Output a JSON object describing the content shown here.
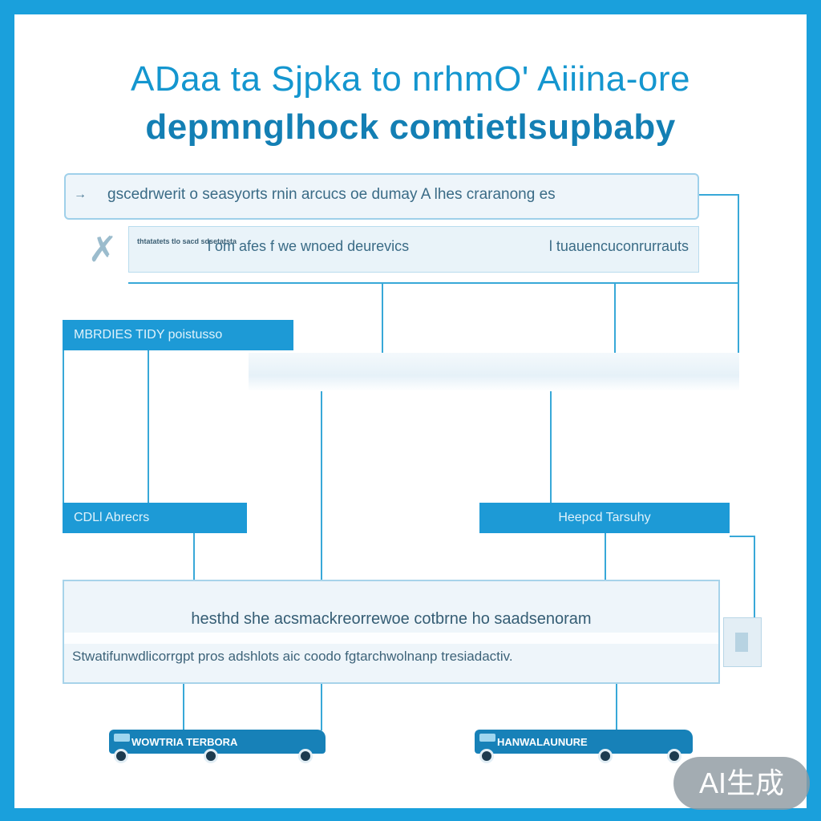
{
  "title": {
    "line1": "ADaa ta Sjpka to nrhmO' Aiiina-ore",
    "line2": "depmnglhock comtietlsupbaby"
  },
  "top_box": {
    "text": "gscedrwerit o seasyorts rnin arcucs oe dumay A lhes craranong es"
  },
  "sub_box": {
    "small_text": "thtatatets tlo sacd sdsetatsta",
    "text_left": "l om afes f we wnoed deurevics",
    "text_right": "l tuauencuconrurrauts"
  },
  "tags": {
    "left_top": "MBRDIES TIDY poistusso",
    "left_mid": "CDLl Abrecrs",
    "right_mid": "Heepcd Tarsuhy"
  },
  "main_box": {
    "line1": "hesthd she acsmackreorrewoe cotbrne ho saadsenoram",
    "line2": "Stwatifunwdlicorrgpt pros adshlots aic coodo fgtarchwolnanp tresiadactiv."
  },
  "buses": {
    "left_label": "WOWTRIA TERBORA",
    "right_label": "HANWALAUNURE"
  },
  "watermark": "AI生成",
  "colors": {
    "frame": "#1aa0dc",
    "accent": "#1d9ad6",
    "box_fill": "#eef5fa"
  }
}
